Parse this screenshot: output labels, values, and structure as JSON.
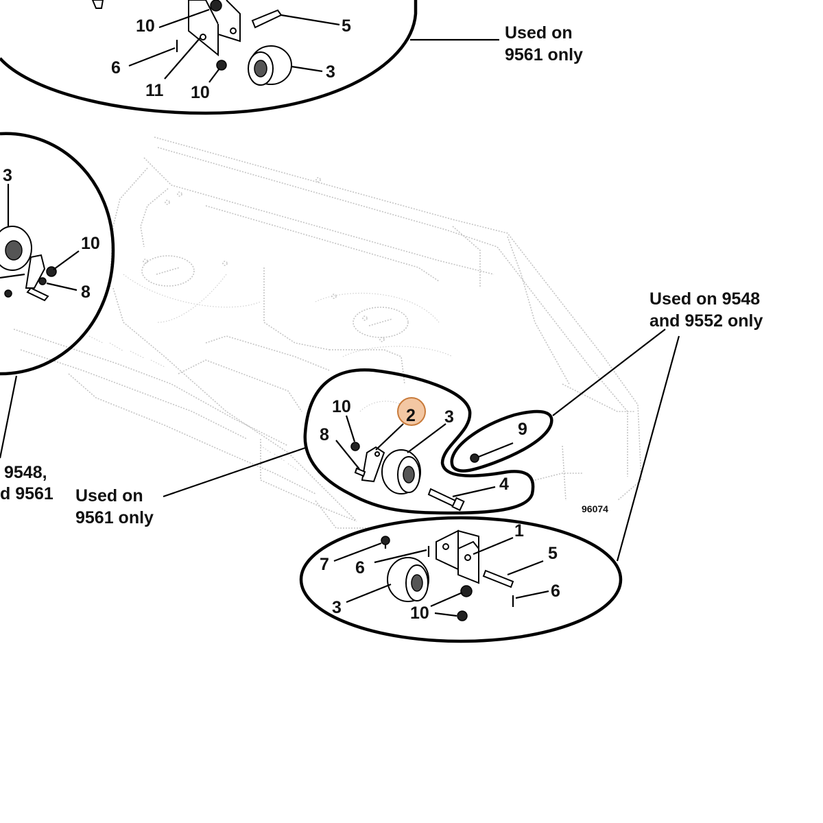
{
  "diagram": {
    "figure_number": "96074",
    "highlight_color": "#f3c7a3",
    "highlight_stroke": "#c87a3a",
    "callouts": {
      "top": {
        "note_line1": "Used on",
        "note_line2": "9561 only",
        "labels": [
          "10",
          "5",
          "6",
          "11",
          "10",
          "3"
        ]
      },
      "left": {
        "note_line1": "9548,",
        "note_line2": "d 9561",
        "labels": [
          "3",
          "10",
          "8"
        ]
      },
      "center": {
        "note_line1": "Used on",
        "note_line2": "9561 only",
        "labels": [
          "10",
          "2",
          "3",
          "8",
          "4"
        ],
        "highlighted_label": "2"
      },
      "right": {
        "note_line1": "Used on 9548",
        "note_line2": "and 9552 only",
        "labels": [
          "9"
        ]
      },
      "bottom": {
        "labels": [
          "1",
          "5",
          "7",
          "6",
          "6",
          "3",
          "10"
        ]
      }
    }
  }
}
